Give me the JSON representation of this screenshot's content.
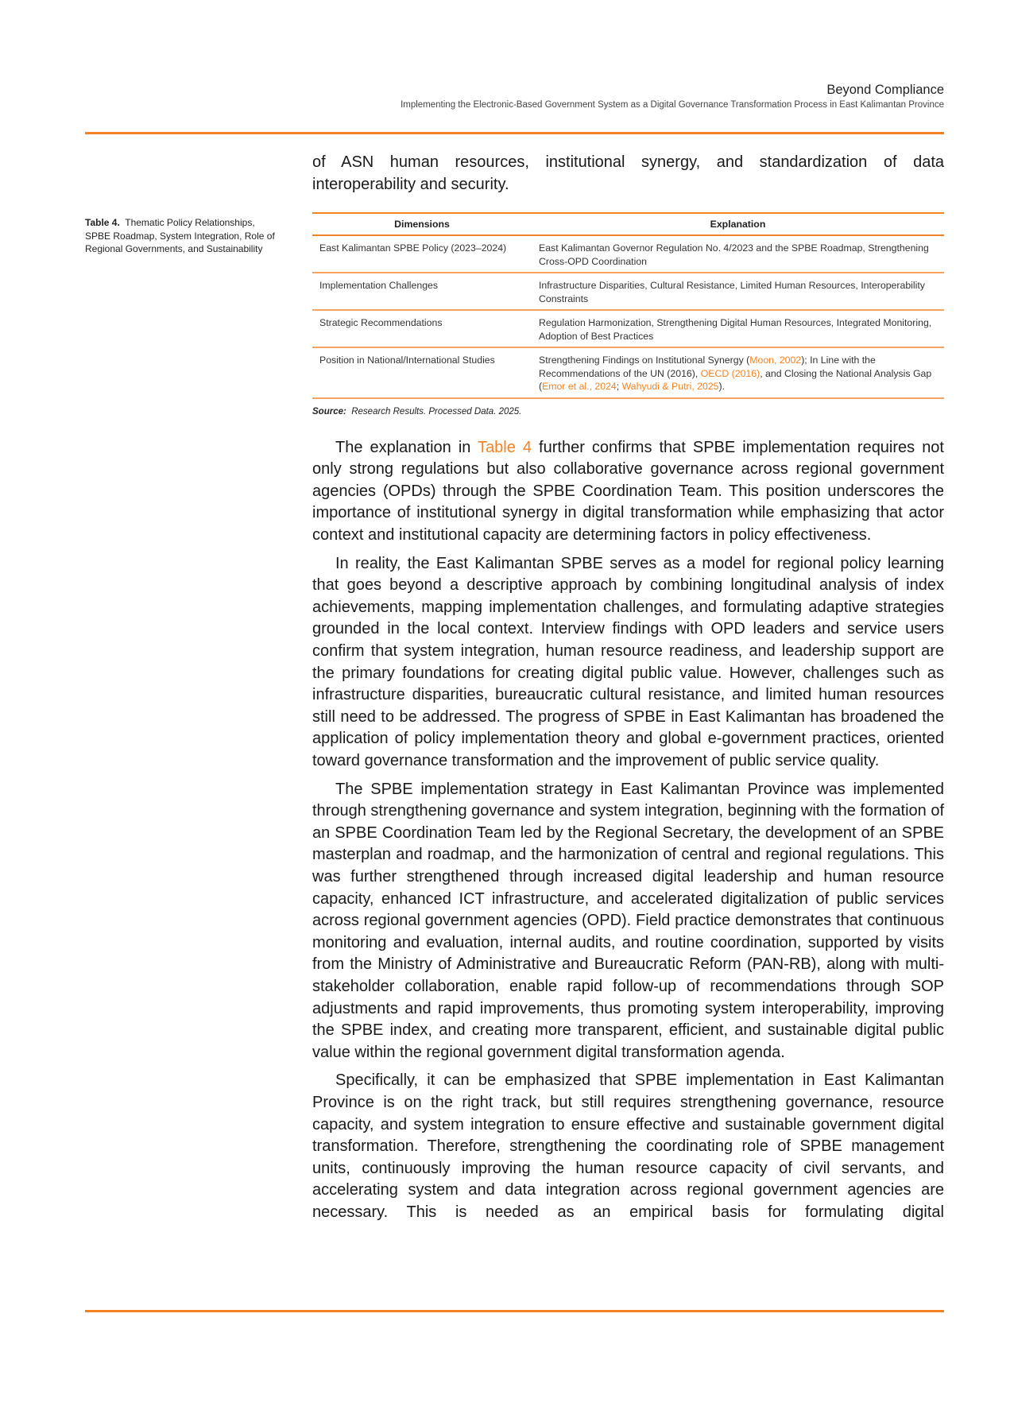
{
  "header": {
    "title": "Beyond Compliance",
    "subtitle": "Implementing the Electronic-Based Government System as a Digital Governance Transformation Process in East Kalimantan Province"
  },
  "intro": "of ASN human resources, institutional synergy, and standardization of data interoperability and security.",
  "caption": {
    "label": "Table 4.",
    "text": "Thematic Policy Relationships, SPBE Roadmap, System Integration, Role of Regional Governments, and Sustainability"
  },
  "table": {
    "headers": [
      "Dimensions",
      "Explanation"
    ],
    "rows": [
      {
        "dim": "East Kalimantan SPBE Policy (2023–2024)",
        "exp": "East Kalimantan Governor Regulation No. 4/2023 and the SPBE Roadmap, Strengthening Cross-OPD Coordination"
      },
      {
        "dim": "Implementation Challenges",
        "exp": "Infrastructure Disparities, Cultural Resistance, Limited Human Resources, Interoperability Constraints"
      },
      {
        "dim": "Strategic Recommendations",
        "exp": "Regulation Harmonization, Strengthening Digital Human Resources, Integrated Monitoring, Adoption of Best Practices"
      },
      {
        "dim": "Position in National/International Studies",
        "exp_parts": [
          "Strengthening Findings on Institutional Synergy (",
          "Moon, 2002",
          "); In Line with the Recommendations of the UN (2016), ",
          "OECD (2016)",
          ", and Closing the National Analysis Gap (",
          "Emor et al., 2024",
          "; ",
          "Wahyudi & Putri, 2025",
          ")."
        ]
      }
    ],
    "source_label": "Source:",
    "source": "Research Results. Processed Data. 2025."
  },
  "paragraphs": {
    "p1": [
      "The explanation in ",
      "Table 4",
      " further confirms that SPBE implementation requires not only strong regulations but also collaborative governance across regional government agencies (OPDs) through the SPBE Coordination Team. This position underscores the importance of institutional synergy in digital transformation while emphasizing that actor context and institutional capacity are determining factors in policy effectiveness."
    ],
    "p2": "In reality, the East Kalimantan SPBE serves as a model for regional policy learning that goes beyond a descriptive approach by combining longitudinal analysis of index achievements, mapping implementation challenges, and formulating adaptive strategies grounded in the local context. Interview findings with OPD leaders and service users confirm that system integration, human resource readiness, and leadership support are the primary foundations for creating digital public value. However, challenges such as infrastructure disparities, bureaucratic cultural resistance, and limited human resources still need to be addressed. The progress of SPBE in East Kalimantan has broadened the application of policy implementation theory and global e-government practices, oriented toward governance transformation and the improvement of public service quality.",
    "p3": "The SPBE implementation strategy in East Kalimantan Province was implemented through strengthening governance and system integration, beginning with the formation of an SPBE Coordination Team led by the Regional Secretary, the development of an SPBE masterplan and roadmap, and the harmonization of central and regional regulations. This was further strengthened through increased digital leadership and human resource capacity, enhanced ICT infrastructure, and accelerated digitalization of public services across regional government agencies (OPD). Field practice demonstrates that continuous monitoring and evaluation, internal audits, and routine coordination, supported by visits from the Ministry of Administrative and Bureaucratic Reform (PAN-RB), along with multi-stakeholder collaboration, enable rapid follow-up of recommendations through SOP adjustments and rapid improvements, thus promoting system interoperability, improving the SPBE index, and creating more transparent, efficient, and sustainable digital public value within the regional government digital transformation agenda.",
    "p4": "Specifically, it can be emphasized that SPBE implementation in East Kalimantan Province is on the right track, but still requires strengthening governance, resource capacity, and system integration to ensure effective and sustainable government digital transformation. Therefore, strengthening the coordinating role of SPBE management units, continuously improving the human resource capacity of civil servants, and accelerating system and data integration across regional government agencies are necessary. This is needed as an empirical basis for formulating digital"
  },
  "colors": {
    "accent": "#f58220"
  }
}
